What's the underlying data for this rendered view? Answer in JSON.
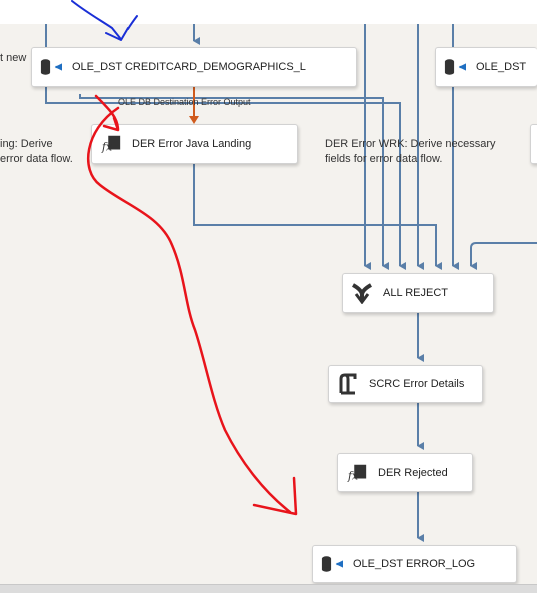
{
  "nodes": {
    "ole_dst_creditcard": "OLE_DST CREDITCARD_DEMOGRAPHICS_L",
    "ole_dst_right": "OLE_DST",
    "der_error_java": "DER Error Java Landing",
    "all_reject": "ALL REJECT",
    "scrc_error_details": "SCRC Error Details",
    "der_rejected": "DER Rejected",
    "ole_dst_error_log": "OLE_DST ERROR_LOG"
  },
  "annotations": {
    "left_top": "t new",
    "left_mid_line1": "ing:  Derive",
    "left_mid_line2": "error data flow.",
    "right_line1": "DER Error WRK:  Derive necessary",
    "right_line2": "fields for error data flow."
  },
  "flow_labels": {
    "error_output": "OLE DB Destination Error Output"
  },
  "colors": {
    "canvas": "#f4f2ee",
    "connector": "#5a7fa8",
    "error_connector": "#d05b1e",
    "pen_red": "#e8141b",
    "pen_blue": "#1a2fd6"
  },
  "icons": {
    "destination": "database-arrow-icon",
    "derived_column": "fx-icon",
    "union_all": "merge-icon",
    "script_component": "script-scroll-icon"
  }
}
